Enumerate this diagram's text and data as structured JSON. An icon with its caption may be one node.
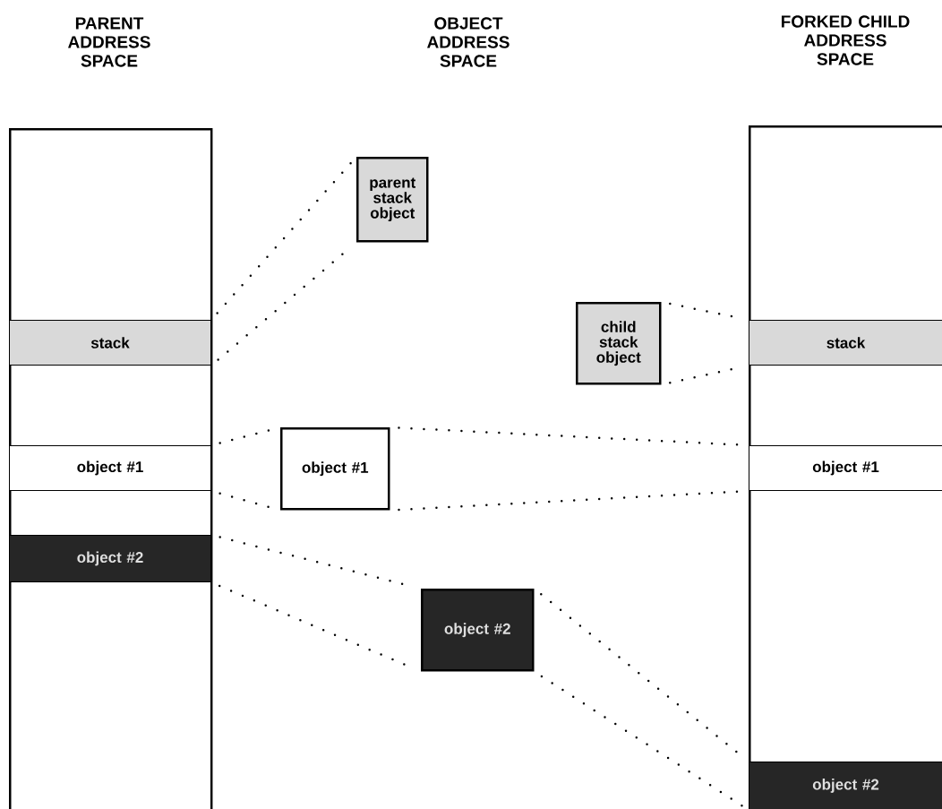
{
  "diagram": {
    "nodes": [
      {
        "text": [
          "PARENT ADDRESS SPACE"
        ]
      },
      {
        "text": [
          "stack"
        ],
        "in": 0
      },
      {
        "text": [
          "object #1"
        ],
        "in": 0
      },
      {
        "text": [
          "object #2"
        ],
        "in": 0
      },
      {
        "text": [
          "parent stack object"
        ]
      },
      {
        "text": [
          "child stack object"
        ]
      },
      {
        "text": [
          "object #1"
        ]
      },
      {
        "text": [
          "object #2"
        ]
      },
      {
        "text": [
          "FORKED CHILD ADDRESS SPACE"
        ]
      },
      {
        "text": [
          "stack"
        ],
        "in": 8
      },
      {
        "text": [
          "object #1"
        ],
        "in": 8
      },
      {
        "text": [
          "object #2"
        ],
        "in": 8
      }
    ],
    "edges": [
      {
        "from": 1,
        "to": 4,
        "arrow": "none"
      },
      {
        "from": 1,
        "to": 4,
        "arrow": "none"
      },
      {
        "from": 5,
        "to": 9,
        "arrow": "none"
      },
      {
        "from": 5,
        "to": 9,
        "arrow": "none"
      },
      {
        "from": 2,
        "to": 6,
        "arrow": "none"
      },
      {
        "from": 2,
        "to": 6,
        "arrow": "none"
      },
      {
        "from": 6,
        "to": 10,
        "arrow": "none"
      },
      {
        "from": 6,
        "to": 10,
        "arrow": "none"
      },
      {
        "from": 3,
        "to": 7,
        "arrow": "none"
      },
      {
        "from": 3,
        "to": 7,
        "arrow": "none"
      },
      {
        "from": 7,
        "to": 11,
        "arrow": "none"
      },
      {
        "from": 7,
        "to": 11,
        "arrow": "none"
      }
    ],
    "labels": [
      "OBJECT ADDRESS SPACE"
    ]
  }
}
